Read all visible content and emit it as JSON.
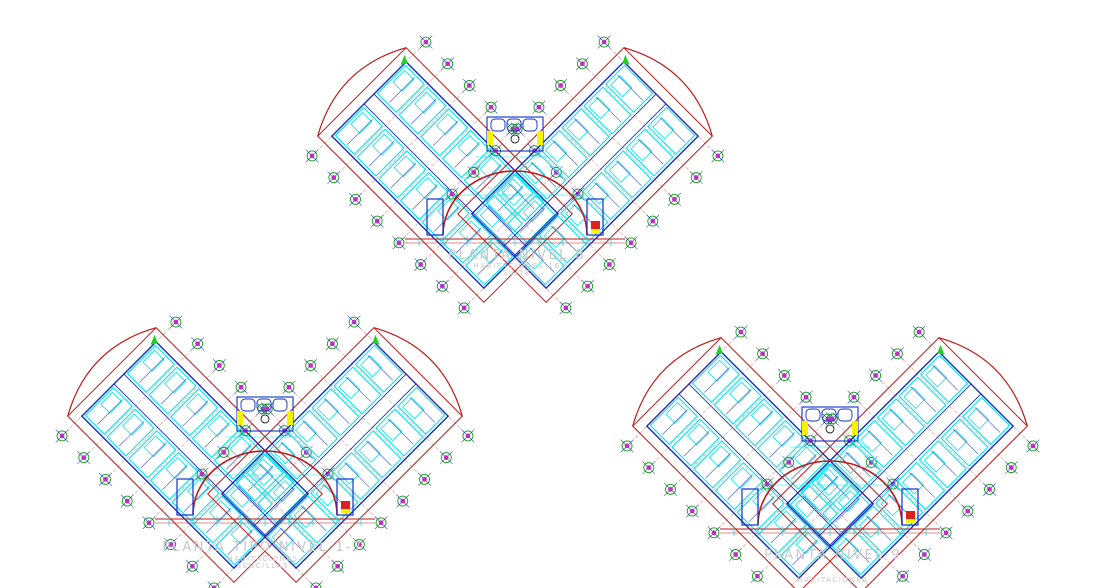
{
  "drawing": {
    "colors": {
      "background": "#ffffff",
      "rooms": "#00e5ee",
      "walls": "#1030c8",
      "outline": "#c01818",
      "axis_marker": "#c030c0",
      "axis_ring": "#18a018",
      "label": "#c8c8c8",
      "stair": "#f4f400",
      "green": "#20d020"
    },
    "plans": [
      {
        "id": "nivel-8",
        "title": "PLANTA NIVEL 8",
        "subtitle1": "HABITACIONES 16",
        "subtitle2": "SUITE"
      },
      {
        "id": "tipo-1-7",
        "title": "PLANTA TIPO NIVEL 1-7",
        "subtitle1": "HABITACIONES",
        "subtitle2": "SENCILLAS"
      },
      {
        "id": "nivel-9",
        "title": "PLANTA NIVEL 9",
        "subtitle1": "HABITACIONES",
        "subtitle2": ""
      }
    ]
  }
}
